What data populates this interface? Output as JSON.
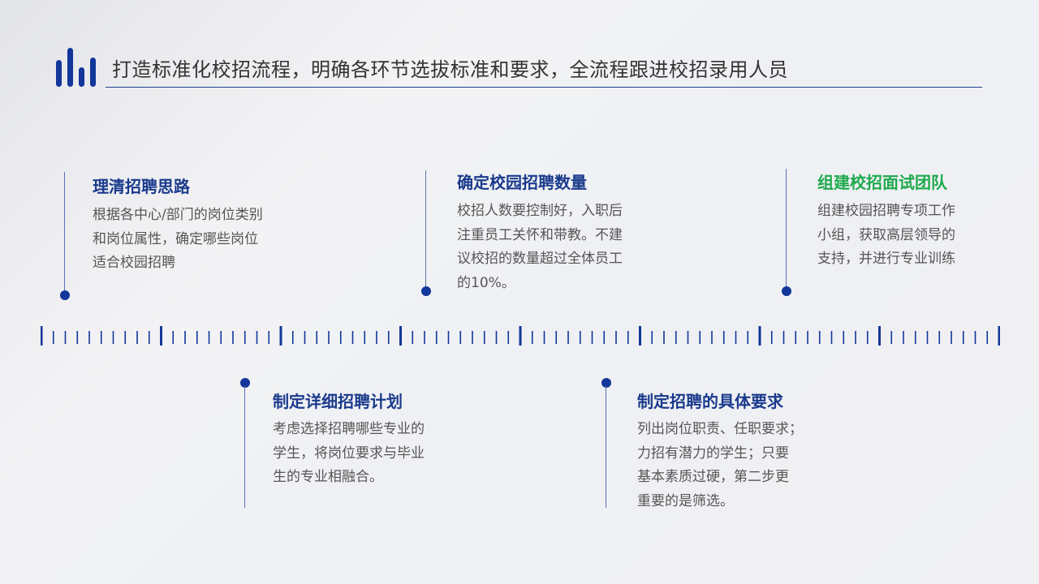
{
  "title": "打造标准化校招流程，明确各环节选拔标准和要求，全流程跟进校招录用人员",
  "colors": {
    "accent": "#12369a",
    "heading": "#1a3a8c",
    "highlight": "#1fa94d",
    "text": "#555555"
  },
  "steps": [
    {
      "heading": "理清招聘思路",
      "text": "根据各中心/部门的岗位类别\n和岗位属性，确定哪些岗位\n适合校园招聘"
    },
    {
      "heading": "制定详细招聘计划",
      "text": "考虑选择招聘哪些专业的\n学生，将岗位要求与毕业\n生的专业相融合。"
    },
    {
      "heading": "确定校园招聘数量",
      "text": "校招人数要控制好，入职后\n注重员工关怀和带教。不建\n议校招的数量超过全体员工\n的10%。"
    },
    {
      "heading": "制定招聘的具体要求",
      "text": "列出岗位职责、任职要求；\n力招有潜力的学生；只要\n基本素质过硬，第二步更\n重要的是筛选。"
    },
    {
      "heading": "组建校招面试团队",
      "text": "组建校园招聘专项工作\n小组，获取高层领导的\n支持，并进行专业训练"
    }
  ]
}
